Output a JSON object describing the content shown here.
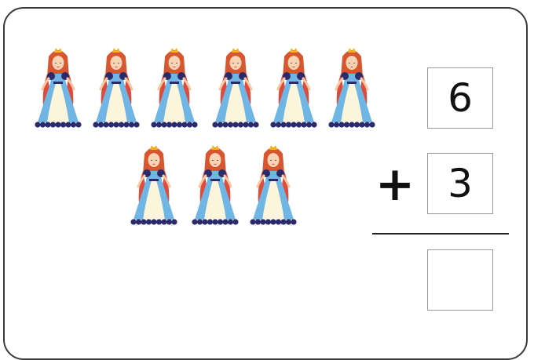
{
  "problem": {
    "first_number": "6",
    "operator": "+",
    "second_number": "3",
    "answer": ""
  },
  "illustration": {
    "icon": "princess-icon",
    "first_group_count": 6,
    "second_group_count": 3
  },
  "colors": {
    "card_border": "#3a3a3a",
    "dress_blue": "#6fb6e4",
    "dress_cream": "#fbf5dc",
    "hem_navy": "#2b2a6b",
    "hair": "#d8562f",
    "crown": "#f3b31b"
  }
}
